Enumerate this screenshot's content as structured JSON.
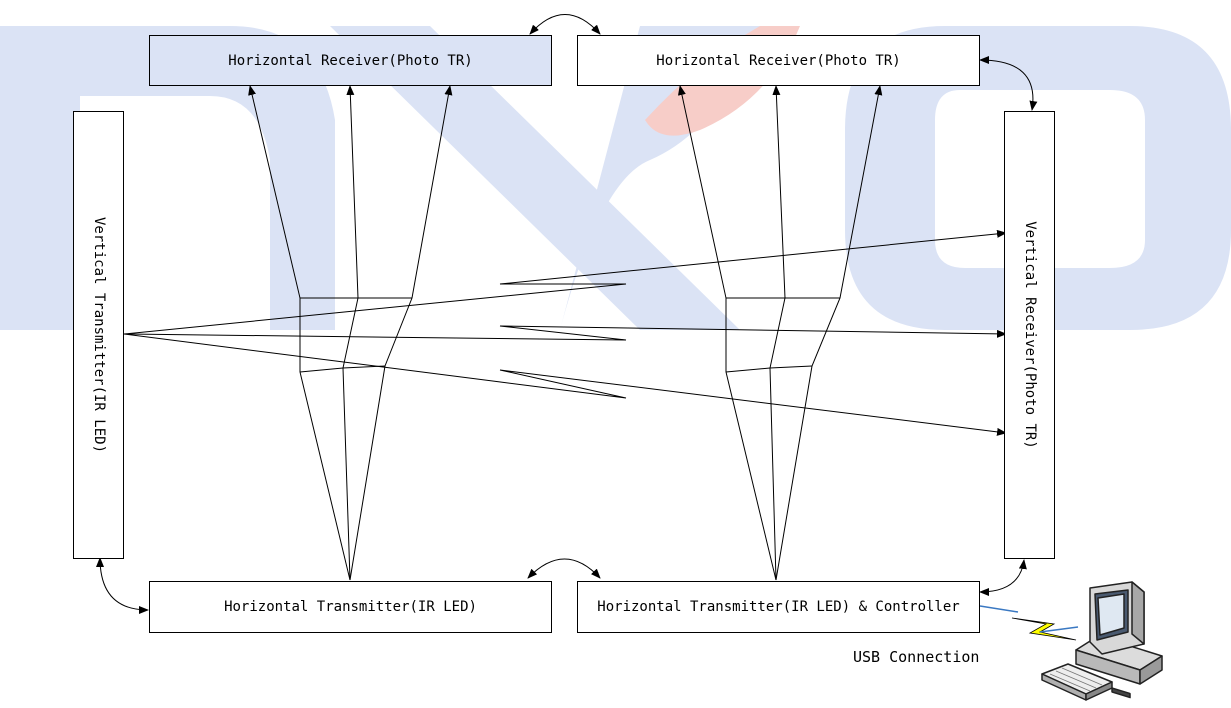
{
  "colors": {
    "watermark_blue": "#dbe3f5",
    "watermark_red": "#f7cdc8",
    "line": "#000000",
    "usb_bolt": "#ffff00"
  },
  "watermark_logo": "nxo",
  "receivers": {
    "horizontal_left": "Horizontal Receiver(Photo TR)",
    "horizontal_right": "Horizontal Receiver(Photo TR)",
    "vertical": "Vertical Receiver(Photo TR)"
  },
  "transmitters": {
    "horizontal_left": "Horizontal Transmitter(IR LED)",
    "horizontal_right": "Horizontal Transmitter(IR LED) & Controller",
    "vertical": "Vertical Transmitter(IR LED)"
  },
  "connection": {
    "label": "USB Connection",
    "device_icon": "computer-icon"
  }
}
